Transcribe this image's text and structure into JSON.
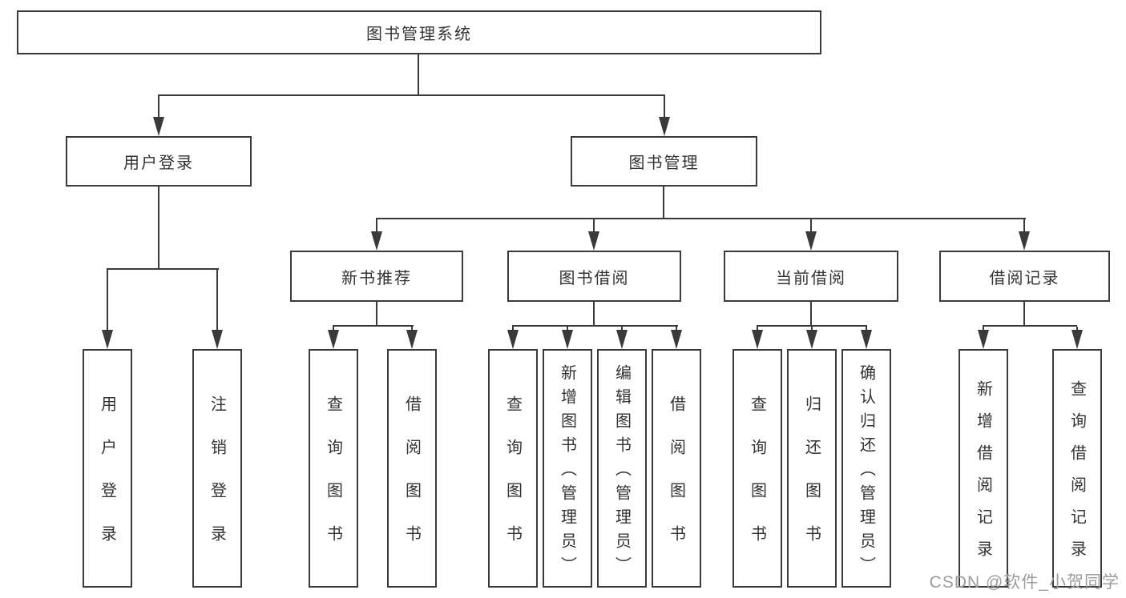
{
  "colors": {
    "line": "#3a3a3a",
    "box_border": "#3a3a3a",
    "text": "#333333",
    "background": "#ffffff",
    "watermark_text": "#9c9c9c"
  },
  "watermark": {
    "text": "CSDN @软件_小贺同学"
  },
  "tree": {
    "root": {
      "label": "图书管理系统",
      "children": [
        {
          "label": "用户登录",
          "children": [
            {
              "label": "用户登录"
            },
            {
              "label": "注销登录"
            }
          ]
        },
        {
          "label": "图书管理",
          "children": [
            {
              "label": "新书推荐",
              "children": [
                {
                  "label": "查询图书"
                },
                {
                  "label": "借阅图书"
                }
              ]
            },
            {
              "label": "图书借阅",
              "children": [
                {
                  "label": "查询图书"
                },
                {
                  "label": "新增图书（管理员）"
                },
                {
                  "label": "编辑图书（管理员）"
                },
                {
                  "label": "借阅图书"
                }
              ]
            },
            {
              "label": "当前借阅",
              "children": [
                {
                  "label": "查询图书"
                },
                {
                  "label": "归还图书"
                },
                {
                  "label": "确认归还（管理员）"
                }
              ]
            },
            {
              "label": "借阅记录",
              "children": [
                {
                  "label": "新增借阅记录"
                },
                {
                  "label": "查询借阅记录"
                }
              ]
            }
          ]
        }
      ]
    }
  }
}
